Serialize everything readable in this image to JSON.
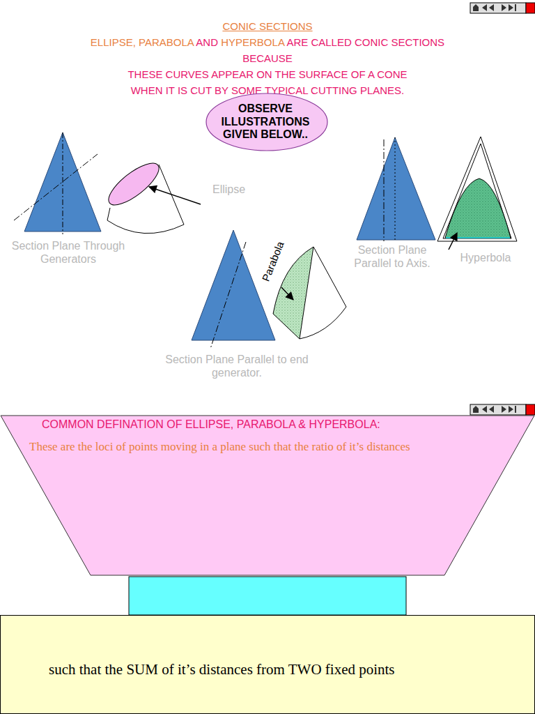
{
  "diagram": {
    "title": "CONIC SECTIONS",
    "nodes": [
      {
        "text": [
          "OBSERVE ILLUSTRATIONS GIVEN BELOW.."
        ]
      },
      {
        "text": [
          "COMMON DEFINATION OF ELLIPSE, PARABOLA & HYPERBOLA:",
          "These are the loci of points moving in a plane such that the ratio of it’s distances"
        ]
      },
      {
        "text": [
          "such that the SUM of it’s distances from TWO fixed points"
        ]
      }
    ],
    "labels": [
      "ELLIPSE, PARABOLA AND HYPERBOLA ARE CALLED CONIC SECTIONS",
      "BECAUSE",
      "THESE CURVES APPEAR ON THE SURFACE OF A CONE",
      "WHEN IT IS CUT BY SOME TYPICAL CUTTING PLANES.",
      "Ellipse",
      "Section Plane Through Generators",
      "Section Plane Parallel to Axis.",
      "Hyperbola",
      "Parabola",
      "Section Plane Parallel to end generator."
    ]
  }
}
